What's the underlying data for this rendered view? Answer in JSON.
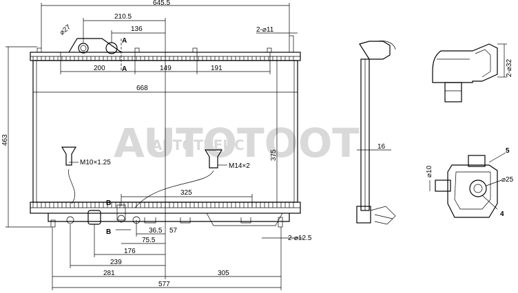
{
  "watermark": {
    "main": "AUTOTOOT",
    "sub": "АВТОТРЕЙС"
  },
  "dimensions": {
    "d645_5": "645.5",
    "d210_5": "210.5",
    "d136": "136",
    "d200": "200",
    "d149": "149",
    "d191": "191",
    "d668": "668",
    "d463": "463",
    "d375": "375",
    "d325": "325",
    "d36_5": "36.5",
    "d57": "57",
    "d75_5": "75.5",
    "d176": "176",
    "d239": "239",
    "d281": "281",
    "d305": "305",
    "d577": "577",
    "d16": "16",
    "phi27": "⌀27",
    "holes_top": "2-⌀11",
    "holes_bottom": "2-⌀12.5",
    "phi32": "2-⌀32",
    "phi10": "⌀10",
    "phi25": "⌀25",
    "thread1": "M10×1.25",
    "thread2": "M14×2"
  },
  "section_labels": {
    "a_top": "A",
    "a_bottom": "A",
    "b_top": "B",
    "b_bottom": "B"
  },
  "callouts": {
    "c5": "5",
    "c4": "4"
  }
}
